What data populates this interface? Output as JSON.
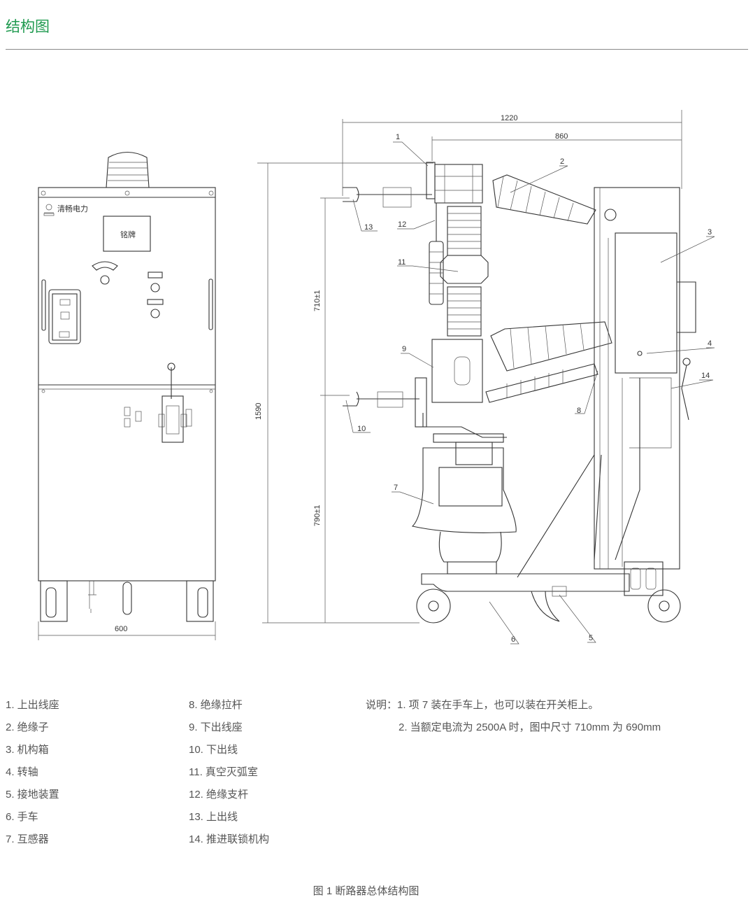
{
  "header": {
    "title": "结构图"
  },
  "front_view": {
    "brand": "清畅电力",
    "nameplate": "铭牌",
    "width_dim": "600"
  },
  "side_view": {
    "dims": {
      "overall": "1220",
      "upper": "860",
      "height": "1590",
      "upper_pitch": "710±1",
      "lower_pitch": "790±1"
    },
    "callouts": [
      "1",
      "2",
      "3",
      "4",
      "5",
      "6",
      "7",
      "8",
      "9",
      "10",
      "11",
      "12",
      "13",
      "14"
    ]
  },
  "legend": {
    "col1": [
      "1. 上出线座",
      "2. 绝缘子",
      "3. 机构箱",
      "4. 转轴",
      "5. 接地装置",
      "6. 手车",
      "7. 互感器"
    ],
    "col2": [
      "8. 绝缘拉杆",
      "9. 下出线座",
      "10. 下出线",
      "11. 真空灭弧室",
      "12. 绝缘支杆",
      "13. 上出线",
      "14. 推进联锁机构"
    ]
  },
  "notes": {
    "line1": "说明：1. 项 7 装在手车上，也可以装在开关柜上。",
    "line2": "2. 当额定电流为 2500A 时，图中尺寸 710mm 为 690mm"
  },
  "caption": "图 1 断路器总体结构图"
}
